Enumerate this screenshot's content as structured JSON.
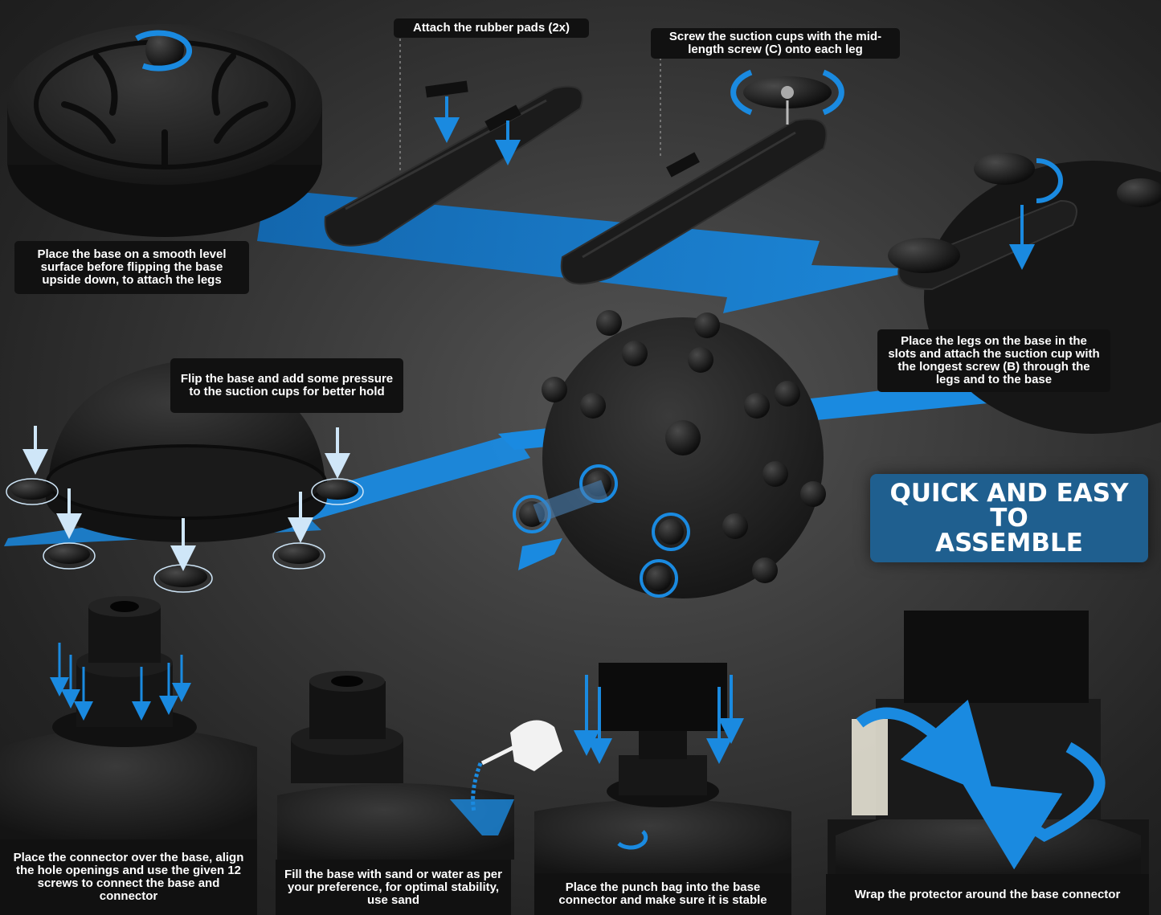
{
  "captions": {
    "rubber_pads": "Attach the rubber pads (2x)",
    "suction_cups": "Screw the suction cups with the mid-length screw (C) onto each leg",
    "place_base": "Place the base on a smooth level surface before flipping the base upside down, to attach the legs",
    "place_legs": "Place the legs on the base in the slots and attach the suction cup with the longest screw (B) through the legs and to the base",
    "flip_base": "Flip the base and add some pressure to the suction cups for better hold",
    "connector": "Place the connector over the base, align the hole openings and use the given 12 screws to connect the base and connector",
    "fill_base": "Fill the base with sand or water as per your preference, for optimal stability, use sand",
    "punch_bag": "Place the punch bag into the base connector and make sure it is stable",
    "protector": "Wrap the protector around the base connector"
  },
  "badge": {
    "line1": "QUICK AND EASY",
    "line2": "TO",
    "line3": "ASSEMBLE"
  },
  "colors": {
    "accent_blue": "#1a8ae0",
    "badge_blue": "#1f5f8f",
    "caption_bg": "#111111",
    "product_black": "#1c1c1c"
  }
}
